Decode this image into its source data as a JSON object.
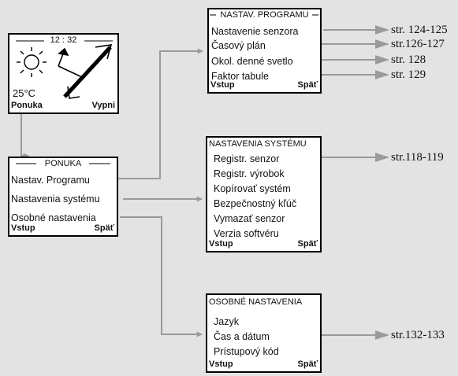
{
  "screen": {
    "time": "12 : 32",
    "temperature": "25°C",
    "left_label": "Ponuka",
    "right_label": "Vypni"
  },
  "menu": {
    "title": "PONUKA",
    "items": [
      "Nastav. Programu",
      "Nastavenia systému",
      "Osobné nastavenia"
    ],
    "left_label": "Vstup",
    "right_label": "Späť"
  },
  "program": {
    "title": "NASTAV. PROGRAMU",
    "items": [
      "Nastavenie senzora",
      "Časový plán",
      "Okol. denné svetlo",
      "Faktor tabule"
    ],
    "refs": [
      "str. 124-125",
      "str.126-127",
      "str. 128",
      "str. 129"
    ],
    "left_label": "Vstup",
    "right_label": "Späť"
  },
  "system": {
    "title": "NASTAVENIA SYSTÉMU",
    "items": [
      "Registr. senzor",
      "Registr. výrobok",
      "Kopírovať systém",
      "Bezpečnostný kľúč",
      "Vymazať senzor",
      "Verzia softvéru"
    ],
    "refs": [
      "str.118-119"
    ],
    "left_label": "Vstup",
    "right_label": "Späť"
  },
  "personal": {
    "title": "OSOBNÉ NASTAVENIA",
    "items": [
      "Jazyk",
      "Čas a dátum",
      "Prístupový kód"
    ],
    "refs": [
      "str.132-133"
    ],
    "left_label": "Vstup",
    "right_label": "Späť"
  },
  "colors": {
    "background": "#e3e3e3",
    "connector": "#9a9a9a",
    "box_border": "#000000"
  }
}
